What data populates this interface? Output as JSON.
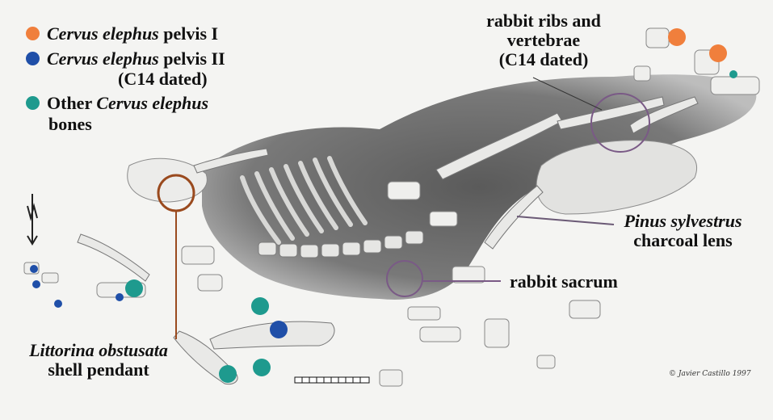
{
  "legend": {
    "items": [
      {
        "italic": "Cervus elephus",
        "rest": " pelvis I",
        "color": "#f07f3c"
      },
      {
        "italic": "Cervus elephus",
        "rest": " pelvis II",
        "sub": "(C14 dated)",
        "color": "#1f4fa8"
      },
      {
        "prefix": "Other ",
        "italic": "Cervus elephus",
        "sub": "bones",
        "color": "#1e9a8e"
      }
    ]
  },
  "labels": {
    "rabbit_ribs_line1": "rabbit ribs and",
    "rabbit_ribs_line2": "vertebrae",
    "rabbit_ribs_line3": "(C14 dated)",
    "pinus_line1": "Pinus sylvestrus",
    "pinus_line2": "charcoal lens",
    "rabbit_sacrum": "rabbit sacrum",
    "littorina_line1": "Littorina obstusata",
    "littorina_line2": "shell pendant"
  },
  "signature": "© Javier Castillo 1997",
  "colors": {
    "orange": "#f07f3c",
    "blue": "#1f4fa8",
    "teal": "#1e9a8e",
    "circle_brown": "#9a4a1e",
    "circle_purple": "#7a5a86"
  }
}
